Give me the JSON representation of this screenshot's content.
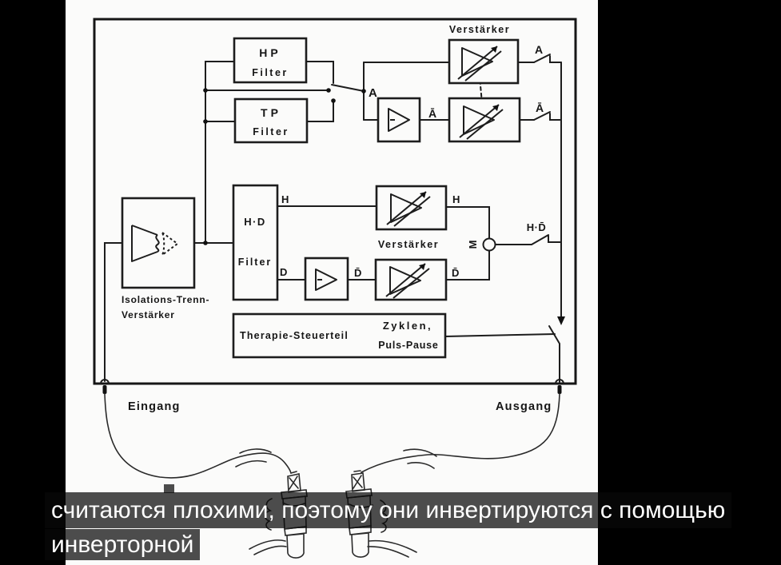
{
  "video": {
    "subtitles": {
      "line1": "считаются плохими, поэтому они инвертируются с помощью",
      "line2": "инверторной"
    }
  },
  "diagram": {
    "blocks": {
      "hp": {
        "line1": "HP",
        "line2": "Filter"
      },
      "tp": {
        "line1": "TP",
        "line2": "Filter"
      },
      "hd": {
        "line1": "H·D",
        "line2": "Filter"
      },
      "therapie": {
        "label": "Therapie-Steuerteil",
        "right_line1": "Zyklen,",
        "right_line2": "Puls-Pause"
      }
    },
    "labels": {
      "verstaerker_top": "Verstärker",
      "verstaerker_mid": "Verstärker",
      "iso_line1": "Isolations-Trenn-",
      "iso_line2": "Verstärker",
      "eingang": "Eingang",
      "ausgang": "Ausgang",
      "m_node": "M"
    },
    "signals": {
      "a_node": "A",
      "a_switch": "A",
      "abar_switch": "Ā",
      "abar_after_inverter": "Ā",
      "h_filter_out": "H",
      "h_amp_out": "H",
      "d_filter_out": "D",
      "dbar_after_inverter": "D̄",
      "dbar_amp_out": "D̄",
      "hdbar_switch": "H·D̄"
    },
    "colors": {
      "ink": "#1d1d1d",
      "paper": "#fbfbfa",
      "caption_bg": "rgba(8,8,8,0.72)",
      "caption_text": "#ffffff"
    }
  }
}
